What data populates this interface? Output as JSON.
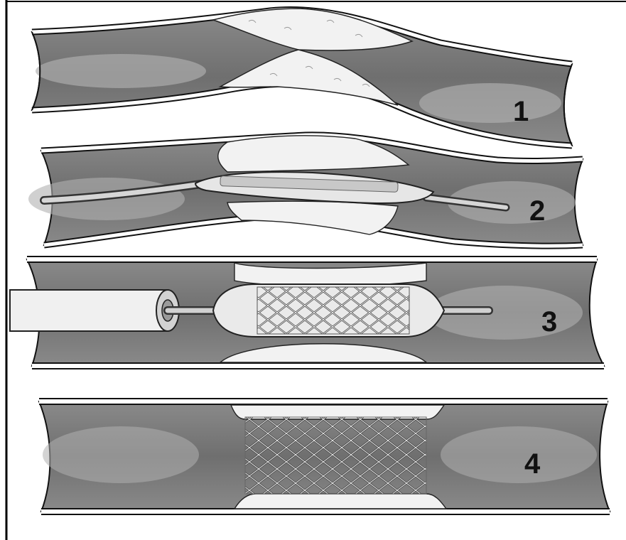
{
  "steps": [
    {
      "number": "1"
    },
    {
      "number": "2"
    },
    {
      "number": "3"
    },
    {
      "number": "4"
    }
  ],
  "colors": {
    "frame": "#000000",
    "vessel_wall": "#ffffff",
    "vessel_outline": "#111111",
    "lumen_dark": "#7e7e7e",
    "lumen_light": "#b4b4b4",
    "plaque": "#f2f2f2",
    "stent": "#555555"
  }
}
